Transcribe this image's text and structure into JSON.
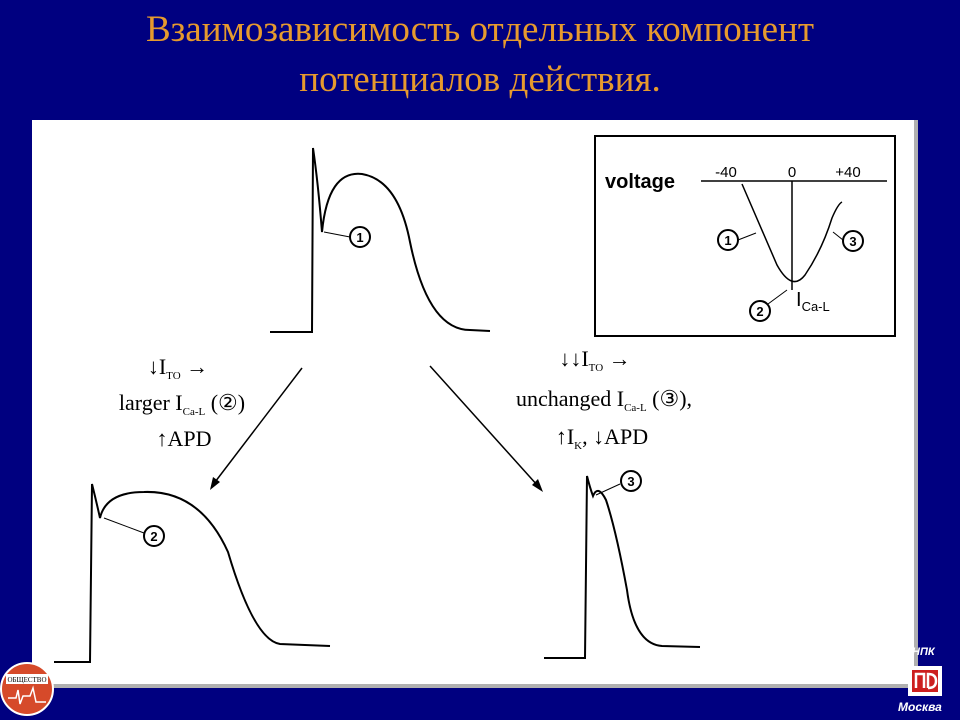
{
  "title": {
    "line1": "Взаимозависимость отдельных компонент",
    "line2": "потенциалов действия."
  },
  "inset": {
    "axis_label": "voltage",
    "ticks": [
      "-40",
      "0",
      "+40"
    ],
    "current_label_main": "I",
    "current_label_sub": "Ca-L",
    "markers": [
      "1",
      "2",
      "3"
    ]
  },
  "traces": {
    "top_marker": "1",
    "left_marker": "2",
    "right_marker": "3"
  },
  "left_arrow_text": {
    "line1_main": "↓I",
    "line1_sub": "TO",
    "line1_tail": " →",
    "line2_main": "larger I",
    "line2_sub": "Ca-L",
    "line2_tail": " (②)",
    "line3": "↑APD"
  },
  "right_arrow_text": {
    "line1_main": "↓↓I",
    "line1_sub": "TO",
    "line1_tail": " →",
    "line2_main": "unchanged I",
    "line2_sub": "Ca-L",
    "line2_tail": " (③),",
    "line3_a": "↑I",
    "line3_sub": "K",
    "line3_b": ", ↓APD"
  },
  "footer": {
    "left_logo_text": "ОБЩЕСТВО",
    "right_logo_abbr": "НПК",
    "right_logo_city": "Москва"
  },
  "colors": {
    "background": "#000080",
    "title": "#e69a2e",
    "panel": "#ffffff",
    "ink": "#000000"
  }
}
